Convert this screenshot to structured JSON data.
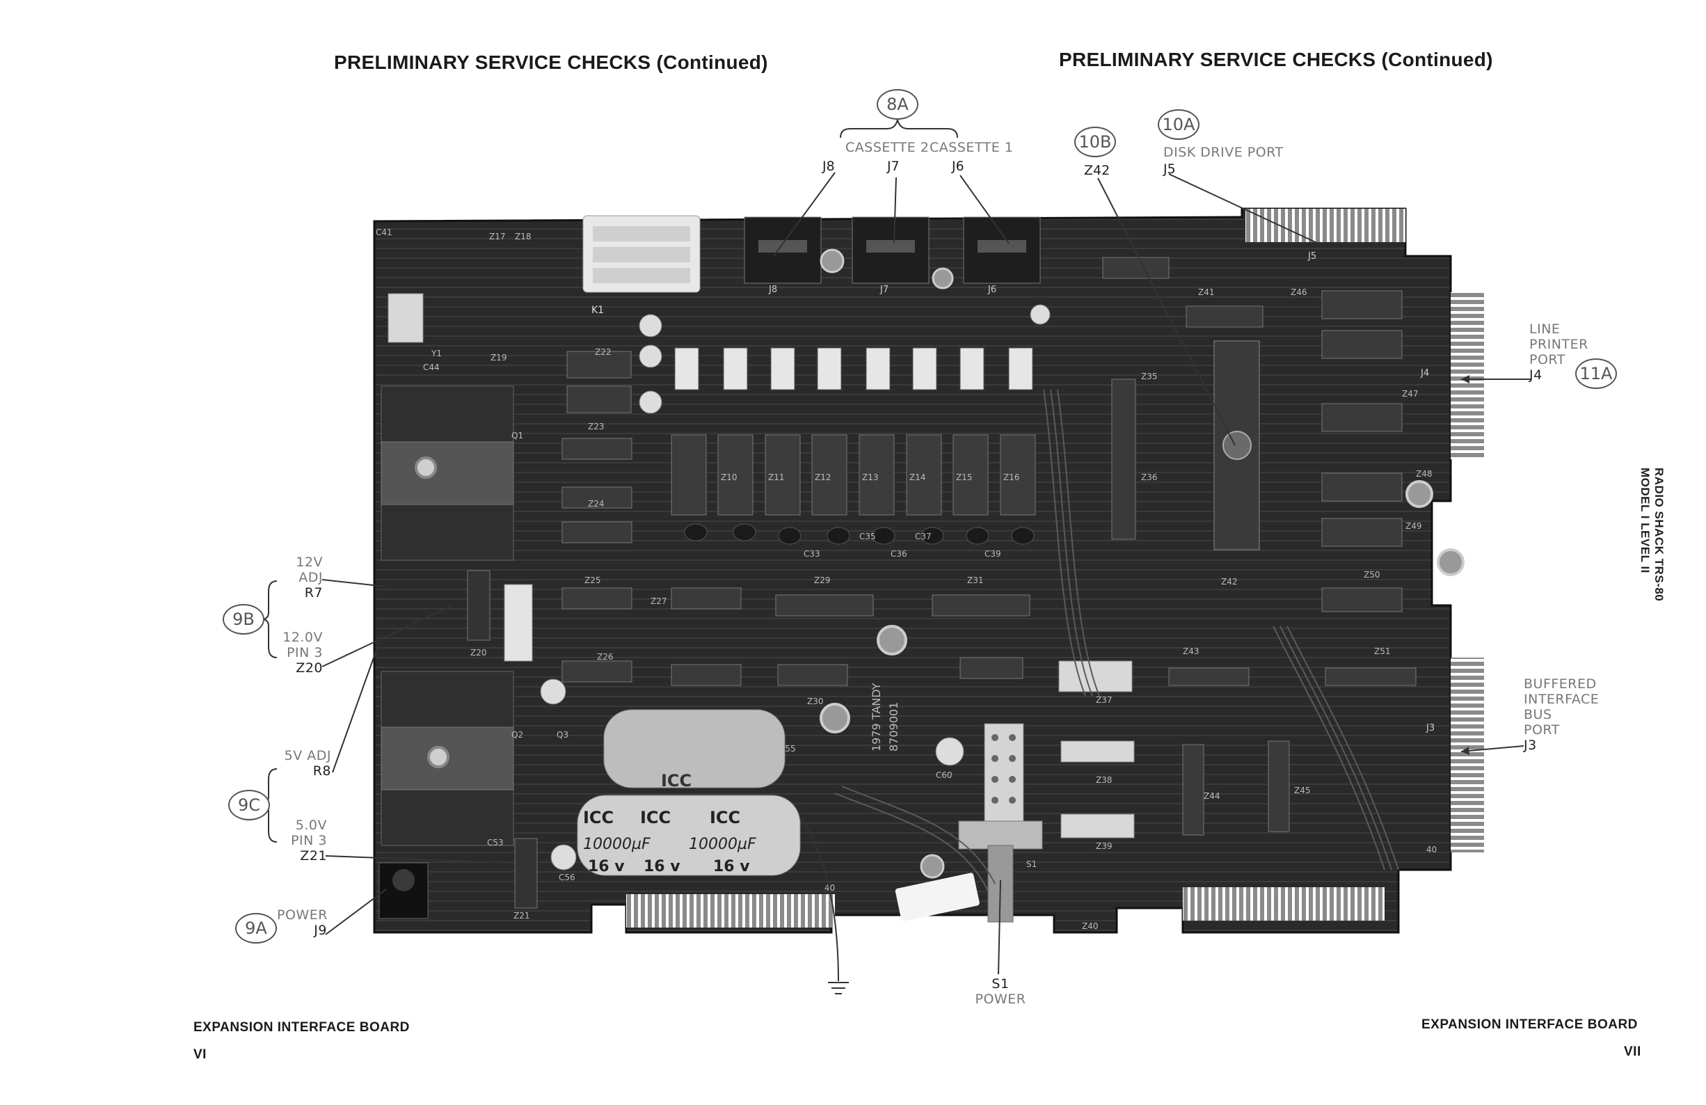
{
  "headers": {
    "left": "PRELIMINARY SERVICE CHECKS (Continued)",
    "right": "PRELIMINARY SERVICE CHECKS (Continued)"
  },
  "footers": {
    "left_title": "EXPANSION INTERFACE BOARD",
    "left_page": "VI",
    "right_title": "EXPANSION INTERFACE BOARD",
    "right_page": "VII"
  },
  "side_title": {
    "line1": "RADIO SHACK TRS-80",
    "line2": "MODEL I LEVEL II"
  },
  "callouts": {
    "c8a": "8A",
    "c10b": "10B",
    "c10a": "10A",
    "c11a": "11A",
    "c9b": "9B",
    "c9c": "9C",
    "c9a": "9A"
  },
  "labels": {
    "cassette2": "CASSETTE 2",
    "cassette1": "CASSETTE 1",
    "j8": "J8",
    "j7": "J7",
    "j6": "J6",
    "z42": "Z42",
    "disk_port": "DISK DRIVE PORT",
    "j5": "J5",
    "lp1": "LINE",
    "lp2": "PRINTER",
    "lp3": "PORT",
    "j4": "J4",
    "bb1": "BUFFERED",
    "bb2": "INTERFACE",
    "bb3": "BUS",
    "bb4": "PORT",
    "j3": "J3",
    "adj12": "12V ADJ",
    "r7": "R7",
    "v12": "12.0V",
    "pin3a": "PIN 3",
    "z20": "Z20",
    "adj5": "5V ADJ",
    "r8": "R8",
    "v5": "5.0V",
    "pin3b": "PIN 3",
    "z21": "Z21",
    "power_left": "POWER",
    "j9": "J9",
    "s1": "S1",
    "power_bottom": "POWER"
  },
  "board_marks": {
    "k1": "K1",
    "j8": "J8",
    "j7": "J7",
    "j6": "J6",
    "j5": "J5",
    "j4": "J4",
    "j3": "J3",
    "z10": "Z10",
    "z11": "Z11",
    "z12": "Z12",
    "z13": "Z13",
    "z14": "Z14",
    "z15": "Z15",
    "z16": "Z16",
    "z17": "Z17",
    "z18": "Z18",
    "z19": "Z19",
    "z20": "Z20",
    "z21": "Z21",
    "z22": "Z22",
    "z23": "Z23",
    "z24": "Z24",
    "z25": "Z25",
    "z26": "Z26",
    "z27": "Z27",
    "z29": "Z29",
    "z30": "Z30",
    "z31": "Z31",
    "z35": "Z35",
    "z36": "Z36",
    "z37": "Z37",
    "z38": "Z38",
    "z39": "Z39",
    "z40": "Z40",
    "z41": "Z41",
    "z42": "Z42",
    "z43": "Z43",
    "z44": "Z44",
    "z45": "Z45",
    "z46": "Z46",
    "z47": "Z47",
    "z48": "Z48",
    "z49": "Z49",
    "z50": "Z50",
    "z51": "Z51",
    "c33": "C33",
    "c35": "C35",
    "c36": "C36",
    "c37": "C37",
    "c39": "C39",
    "c41": "C41",
    "c44": "C44",
    "c53": "C53",
    "c55": "C55",
    "c56": "C56",
    "c60": "C60",
    "y1": "Y1",
    "q1": "Q1",
    "q2": "Q2",
    "q3": "Q3",
    "s1": "S1",
    "cap_brand": "ICC",
    "cap_value": "10000µF",
    "cap_voltage": "16 v",
    "tandy_line1": "1979 TANDY",
    "tandy_line2": "8709001",
    "pin40a": "40",
    "pin40b": "40"
  }
}
